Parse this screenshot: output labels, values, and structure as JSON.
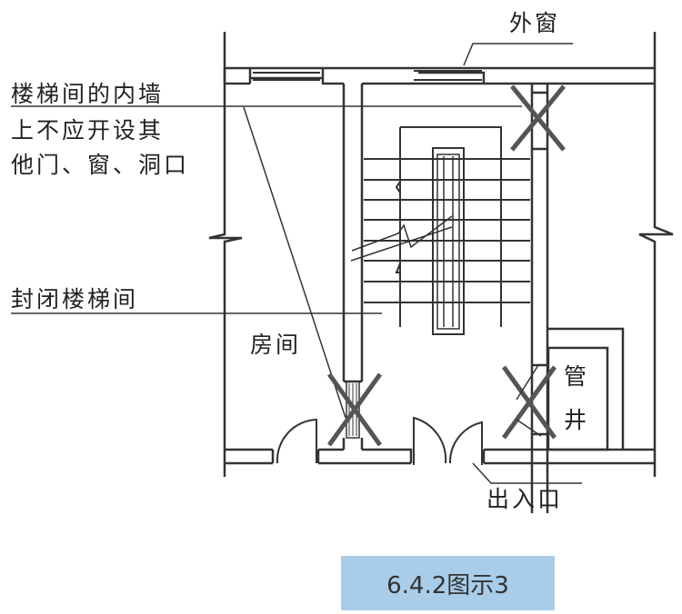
{
  "labels": {
    "outer_window": "外窗",
    "note_line1": "楼梯间的内墙",
    "note_line2": "上不应开设其",
    "note_line3": "他门、窗、洞口",
    "enclosed_stair": "封闭楼梯间",
    "room": "房间",
    "shaft_1": "管",
    "shaft_2": "井",
    "entrance": "出入口"
  },
  "caption": "6.4.2图示3",
  "colors": {
    "line": "#333333",
    "caption_bg": "#a9cde9"
  }
}
